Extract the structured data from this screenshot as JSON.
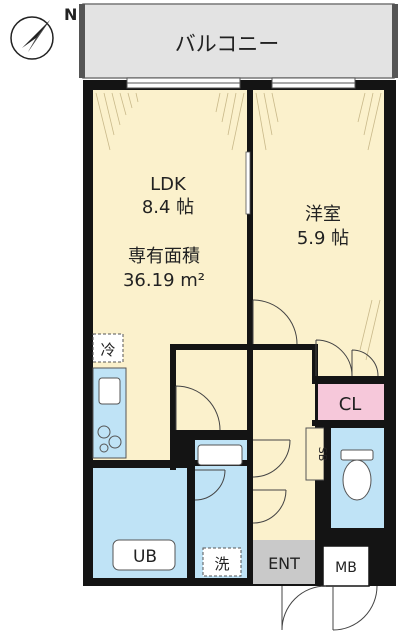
{
  "compass": {
    "north_label": "N"
  },
  "rooms": {
    "balcony": "バルコニー",
    "ldk_name": "LDK",
    "ldk_size": "8.4 帖",
    "area_title": "専有面積",
    "area_value": "36.19 m²",
    "western_name": "洋室",
    "western_size": "5.9 帖",
    "fridge": "冷",
    "closet": "CL",
    "shoebox": "SB",
    "bath": "UB",
    "washer": "洗",
    "entrance": "ENT",
    "meter_box": "MB"
  },
  "colors": {
    "room_fill": "#fbf1cc",
    "water_fill": "#bfe3f6",
    "closet_fill": "#f6c8da",
    "balcony_fill": "#e3e3e3",
    "entrance_fill": "#c9c9c9",
    "wall": "#141414"
  }
}
